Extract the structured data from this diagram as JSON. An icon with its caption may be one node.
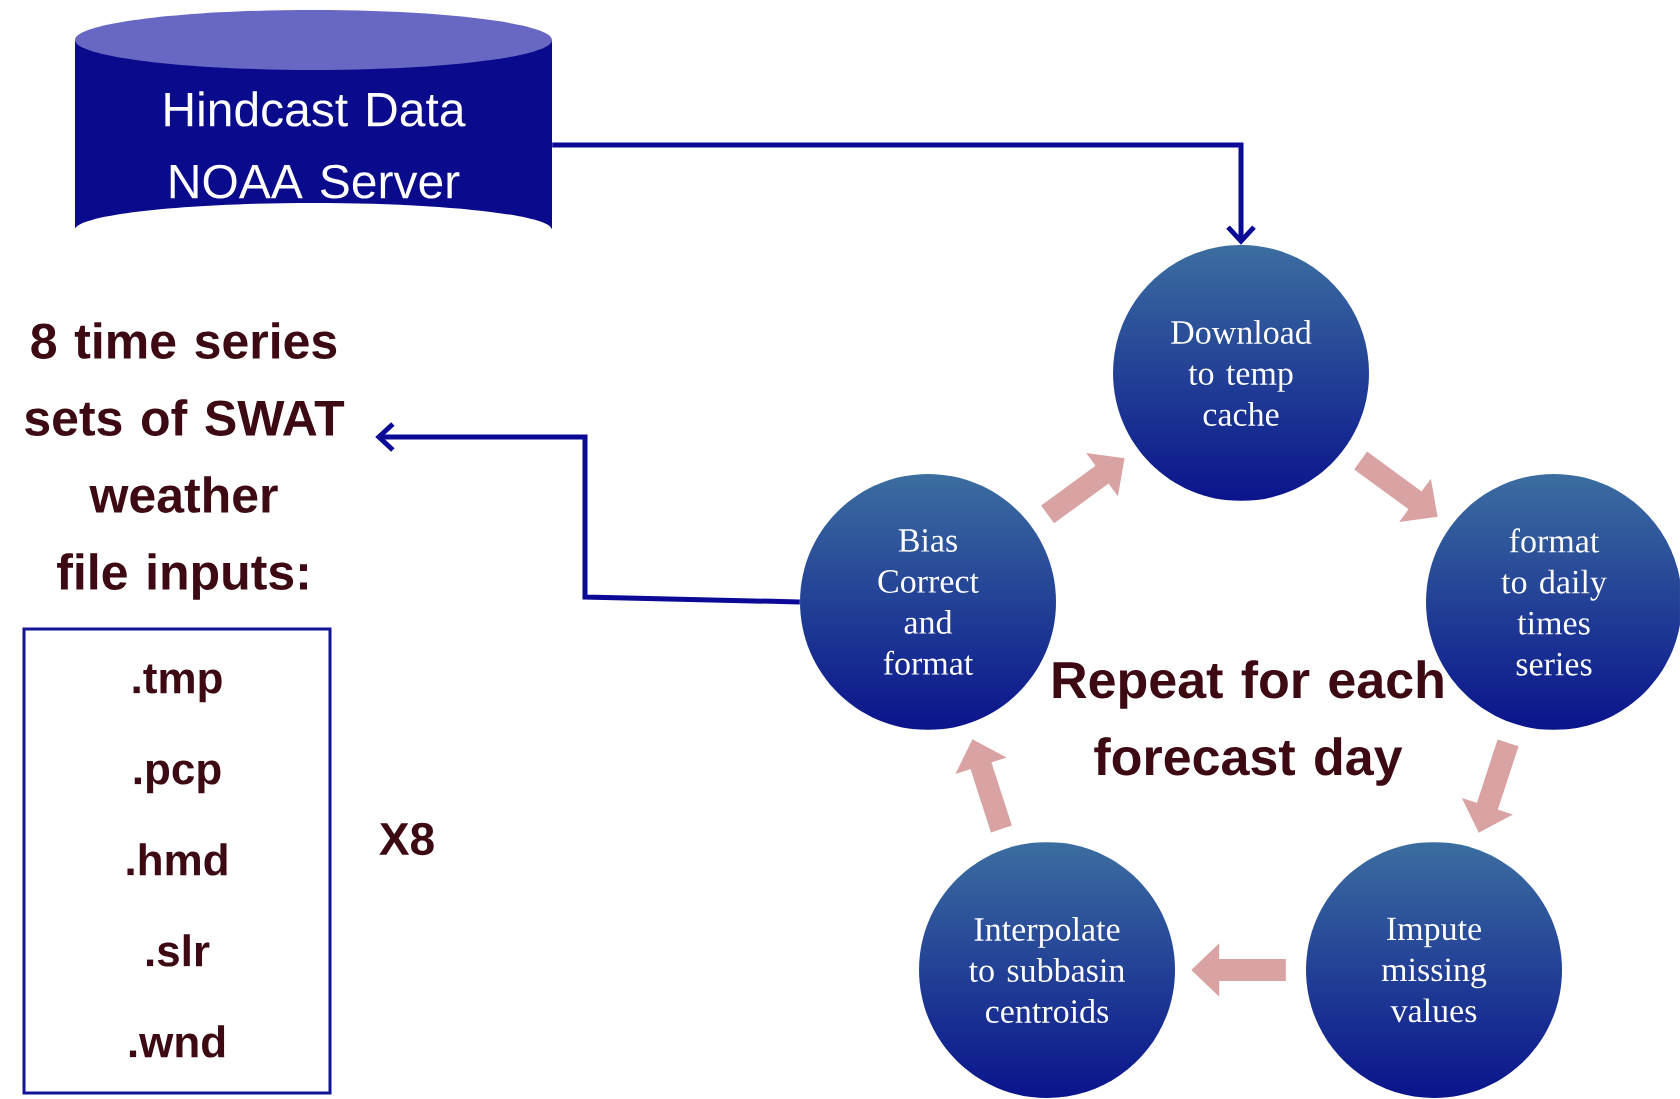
{
  "diagram": {
    "nodes": [
      {
        "text": [
          "Hindcast Data NOAA Server"
        ]
      },
      {
        "text": [
          "Download to temp cache"
        ]
      },
      {
        "text": [
          "format to daily times series"
        ]
      },
      {
        "text": [
          "Impute missing values"
        ]
      },
      {
        "text": [
          "Interpolate to subbasin centroids"
        ]
      },
      {
        "text": [
          "Bias Correct and format"
        ]
      },
      {
        "text": [
          "8 time series sets of SWAT weather file inputs:"
        ]
      },
      {
        "text": [
          ".tmp",
          ".pcp",
          ".hmd",
          ".slr",
          ".wnd"
        ]
      }
    ],
    "edges": [
      {
        "from": 0,
        "to": 1,
        "arrow": "to",
        "color": "#0a0a96"
      },
      {
        "from": 1,
        "to": 2,
        "arrow": "to"
      },
      {
        "from": 2,
        "to": 3,
        "arrow": "to"
      },
      {
        "from": 3,
        "to": 4,
        "arrow": "to"
      },
      {
        "from": 4,
        "to": 5,
        "arrow": "to"
      },
      {
        "from": 5,
        "to": 1,
        "arrow": "to"
      },
      {
        "from": 5,
        "to": 6,
        "arrow": "to",
        "color": "#0a0a96"
      }
    ],
    "labels": [
      "Repeat for each forecast day",
      "X8"
    ]
  }
}
